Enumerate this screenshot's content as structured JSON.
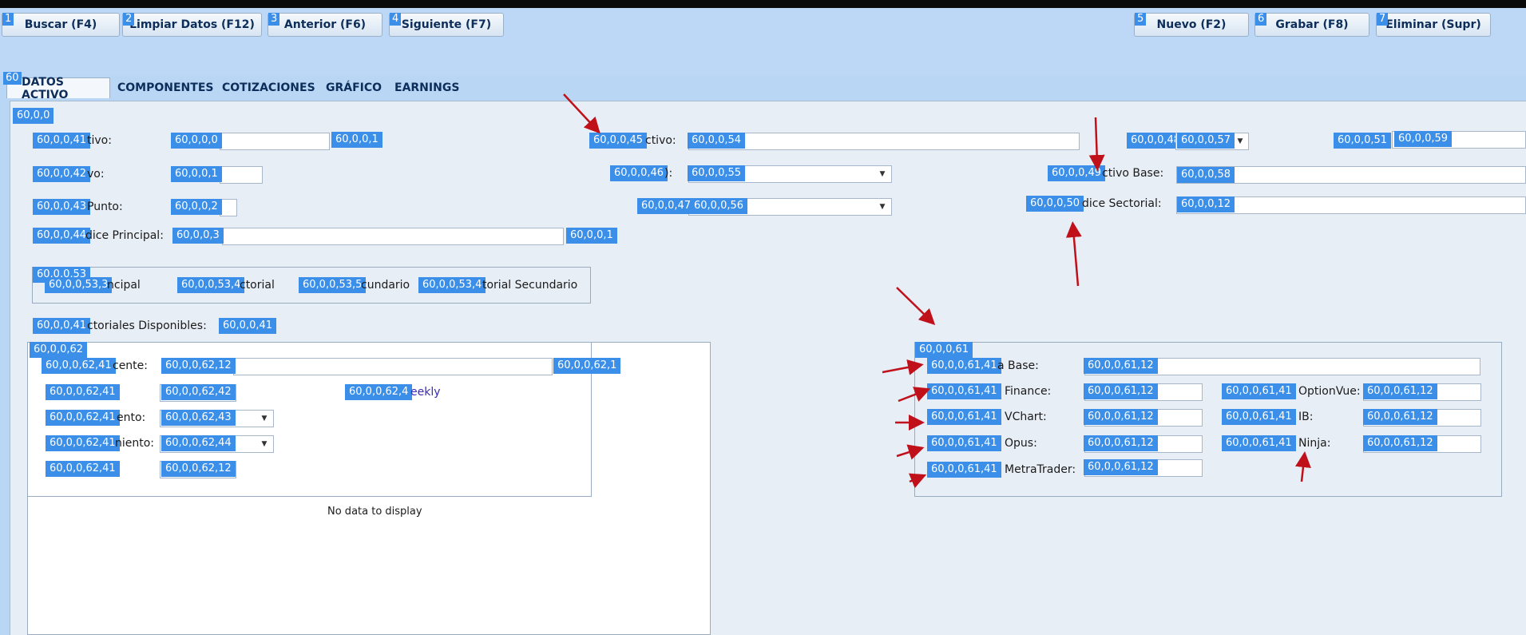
{
  "toolbar": {
    "buttons": [
      {
        "num": "1",
        "label": "Buscar (F4)"
      },
      {
        "num": "2",
        "label": "Limpiar Datos (F12)"
      },
      {
        "num": "3",
        "label": "Anterior (F6)"
      },
      {
        "num": "4",
        "label": "Siguiente (F7)"
      },
      {
        "num": "5",
        "label": "Nuevo (F2)"
      },
      {
        "num": "6",
        "label": "Grabar (F8)"
      },
      {
        "num": "7",
        "label": "Eliminar (Supr)"
      }
    ]
  },
  "tabs": {
    "badge": "60",
    "items": [
      "DATOS ACTIVO",
      "COMPONENTES",
      "COTIZACIONES",
      "GRÁFICO",
      "EARNINGS"
    ]
  },
  "panel": {
    "badge": "60,0,0"
  },
  "left": {
    "r1": {
      "badge": "60,0,0,41",
      "label": "tivo:",
      "field": "60,0,0,0",
      "extra": "60,0,0,1"
    },
    "r2": {
      "badge": "60,0,0,42",
      "label": "vo:",
      "field": "60,0,0,1"
    },
    "r3": {
      "badge": "60,0,0,43",
      "label": "Punto:",
      "field": "60,0,0,2"
    },
    "r4": {
      "badge": "60,0,0,44",
      "label": "dice Principal:",
      "field": "60,0,0,3",
      "extra": "60,0,0,1"
    },
    "group": {
      "badge": "60,0,0,53",
      "items": [
        {
          "badge": "60,0,0,53,3",
          "text": "ncipal"
        },
        {
          "badge": "60,0,0,53,4",
          "text": "ctorial"
        },
        {
          "badge": "60,0,0,53,5",
          "text": "cundario"
        },
        {
          "badge": "60,0,0,53,4",
          "text": "torial Secundario"
        }
      ]
    },
    "avail": {
      "badge": "60,0,0,41",
      "label": "ctoriales Disponibles:",
      "field": "60,0,0,41"
    }
  },
  "mid": {
    "r1": {
      "badge": "60,0,0,45",
      "label": "ctivo:",
      "field": "60,0,0,54"
    },
    "r2": {
      "badge": "60,0,0,46",
      "label": "):",
      "field": "60,0,0,55"
    },
    "r3": {
      "badge": "60,0,0,47",
      "field": "60,0,0,56"
    }
  },
  "right": {
    "r1": {
      "badge": "60,0,0,48",
      "field": "60,0,0,57",
      "badge2": "60,0,0,51",
      "field2": "60,0,0,59"
    },
    "r2": {
      "badge": "60,0,0,49",
      "label": "ctivo Base:",
      "field": "60,0,0,58"
    },
    "r3": {
      "badge": "60,0,0,50",
      "label": "dice Sectorial:",
      "field": "60,0,0,12"
    }
  },
  "lower_left": {
    "badge": "60,0,0,62",
    "rows": [
      {
        "badge": "60,0,0,62,41",
        "label": "cente:",
        "field": "60,0,0,62,12",
        "extra": "60,0,0,62,1"
      },
      {
        "badge": "60,0,0,62,41",
        "label": "",
        "field": "60,0,0,62,42",
        "link_badge": "60,0,0,62,4",
        "link": "eekly"
      },
      {
        "badge": "60,0,0,62,41",
        "label": "ento:",
        "field": "60,0,0,62,43"
      },
      {
        "badge": "60,0,0,62,41",
        "label": "niento:",
        "field": "60,0,0,62,44"
      },
      {
        "badge": "60,0,0,62,41",
        "label": "",
        "field": "60,0,0,62,12"
      }
    ],
    "empty": "No data to display"
  },
  "lower_right": {
    "badge": "60,0,0,61",
    "rows": [
      {
        "badge": "60,0,0,61,41",
        "label": "a Base:",
        "field": "60,0,0,61,12"
      },
      {
        "badge": "60,0,0,61,41",
        "label": "Finance:",
        "field": "60,0,0,61,12",
        "badge2": "60,0,0,61,41",
        "label2": "OptionVue:",
        "field2": "60,0,0,61,12"
      },
      {
        "badge": "60,0,0,61,41",
        "label": "VChart:",
        "field": "60,0,0,61,12",
        "badge2": "60,0,0,61,41",
        "label2": "IB:",
        "field2": "60,0,0,61,12"
      },
      {
        "badge": "60,0,0,61,41",
        "label": "Opus:",
        "field": "60,0,0,61,12",
        "badge2": "60,0,0,61,41",
        "label2": "Ninja:",
        "field2": "60,0,0,61,12"
      },
      {
        "badge": "60,0,0,61,41",
        "label": "MetraTrader:",
        "field": "60,0,0,61,12"
      }
    ]
  },
  "colors": {
    "badge": "#3b8fe8",
    "arrow": "#c0101a",
    "bg": "#bcd8f6",
    "panel": "#e8eef6"
  }
}
